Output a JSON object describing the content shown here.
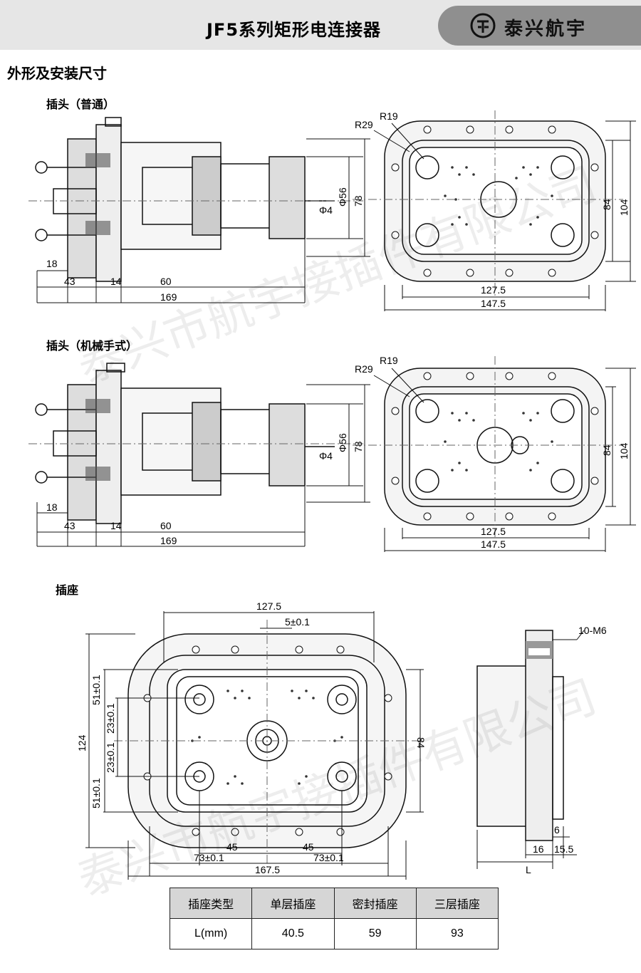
{
  "header": {
    "title": "JF5系列矩形电连接器",
    "brand": "泰兴航宇"
  },
  "section_title": "外形及安装尺寸",
  "plug_normal": {
    "label": "插头（普通）",
    "dims": {
      "d18": "18",
      "d43": "43",
      "d14": "14",
      "d60": "60",
      "d169": "169",
      "phi56": "Φ56",
      "phi4": "Φ4",
      "d78": "78",
      "r29": "R29",
      "r19": "R19",
      "d84": "84",
      "d104": "104",
      "d127": "127.5",
      "d147": "147.5"
    }
  },
  "plug_mech": {
    "label": "插头（机械手式）",
    "dims": {
      "d18": "18",
      "d43": "43",
      "d14": "14",
      "d60": "60",
      "d169": "169",
      "phi56": "Φ56",
      "phi4": "Φ4",
      "d78": "78",
      "r29": "R29",
      "r19": "R19",
      "d84": "84",
      "d104": "104",
      "d127": "127.5",
      "d147": "147.5"
    }
  },
  "socket": {
    "label": "插座",
    "dims": {
      "d127": "127.5",
      "d5": "5±0.1",
      "d124": "124",
      "d51a": "51±0.1",
      "d23a": "23±0.1",
      "d23b": "23±0.1",
      "d51b": "51±0.1",
      "d84": "84",
      "d45a": "45",
      "d45b": "45",
      "d73a": "73±0.1",
      "d73b": "73±0.1",
      "d167": "167.5",
      "m6": "10-M6",
      "d6": "6",
      "d16": "16",
      "d155": "15.5",
      "L": "L"
    }
  },
  "table": {
    "headers": [
      "插座类型",
      "单层插座",
      "密封插座",
      "三层插座"
    ],
    "row": [
      "L(mm)",
      "40.5",
      "59",
      "93"
    ]
  },
  "watermark": "泰兴市航宇接插件有限公司",
  "colors": {
    "header_bg": "#e6e6e6",
    "brand_bg": "#8f8f8f",
    "table_head": "#d6d6d6"
  }
}
